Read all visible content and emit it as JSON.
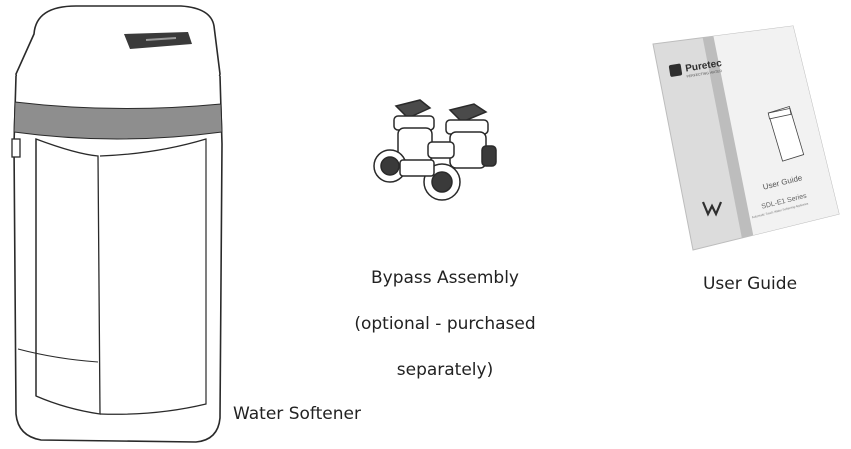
{
  "items": {
    "softener": {
      "caption": "Water Softener"
    },
    "bypass": {
      "caption_lines": [
        "Bypass Assembly",
        "(optional - purchased",
        "separately)"
      ]
    },
    "guide": {
      "caption": "User Guide"
    }
  },
  "guide_cover": {
    "brand": "Puretec",
    "tagline": "PERFECTING WATER",
    "title": "User Guide",
    "series": "SDL-E1 Series",
    "subtitle": "Automatic Touch Water Softening Appliance"
  },
  "colors": {
    "line": "#2a2a2a",
    "band": "#8e8e8e",
    "cover_grey": "#dcdcdc",
    "cover_stripe": "#bdbdbd"
  }
}
